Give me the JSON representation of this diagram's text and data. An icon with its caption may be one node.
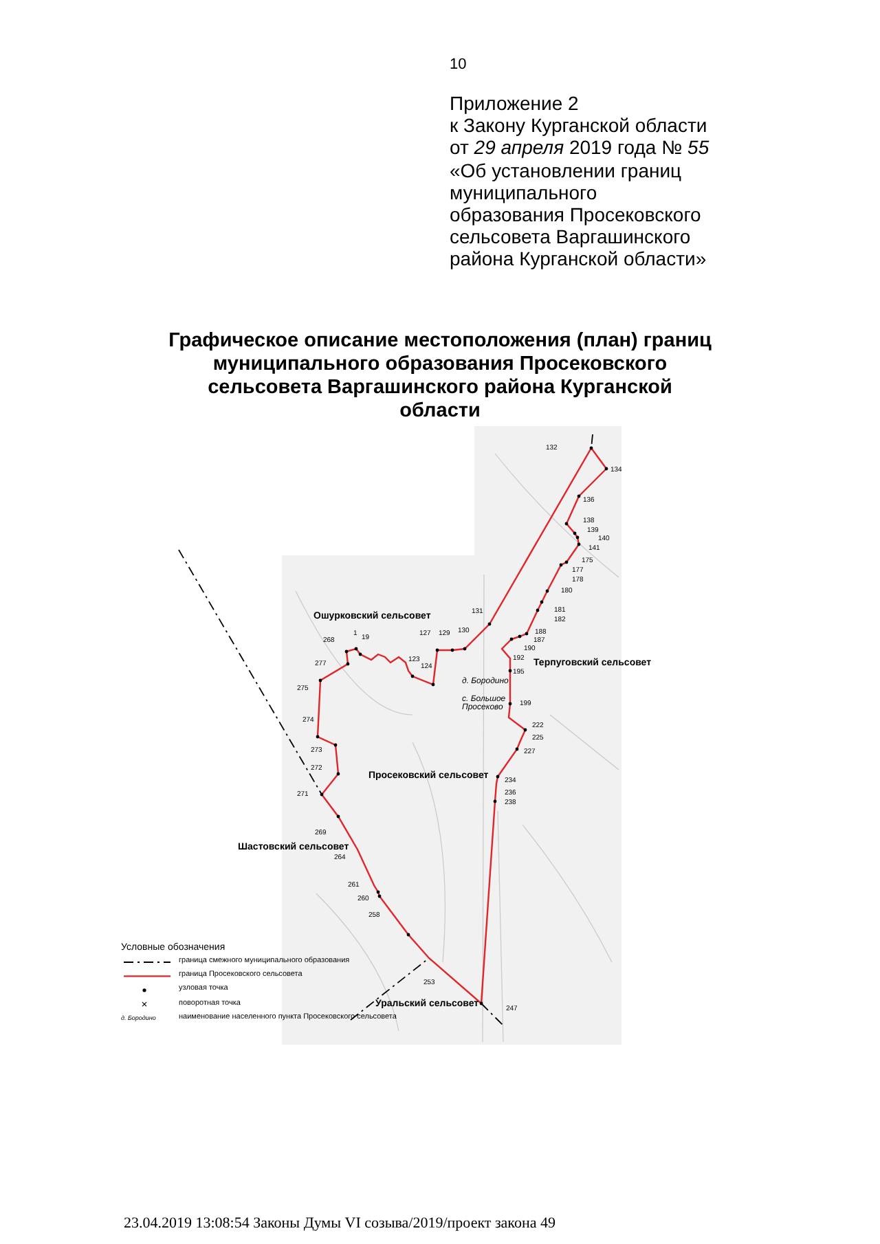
{
  "diagram": {
    "title": "Графическое описание местоположения (план) границ муниципального образования Просековского сельсовета Варгашинского района Курганской области",
    "labels": [
      "10",
      "Приложение 2",
      "к Закону Курганской области",
      "от *29 апреля* 2019 года № *55*",
      "«Об установлении границ муниципального образования Просековского сельсовета Варгашинского района Курганской области»",
      "132",
      "134",
      "136",
      "138",
      "139",
      "140",
      "141",
      "175",
      "177",
      "178",
      "180",
      "181",
      "182",
      "131",
      "127",
      "129",
      "130",
      "188",
      "Ошурковский сельсовет",
      "268",
      "1",
      "19",
      "187",
      "190",
      "192",
      "277",
      "123",
      "124",
      "195",
      "д. Бородино",
      "Терпуговский сельсовет",
      "275",
      "с. Большое Просеково",
      "199",
      "274",
      "222",
      "225",
      "227",
      "273",
      "272",
      "Просековский сельсовет",
      "234",
      "236",
      "238",
      "271",
      "269",
      "Шастовский сельсовет",
      "264",
      "261",
      "260",
      "258",
      "253",
      "Уральский сельсовет",
      "247",
      "Условные обозначения",
      "д. Бородино",
      "23.04.2019 13:08:54 Законы Думы VI созыва/2019/проект закона 49"
    ],
    "legend": [
      {
        "text": "граница смежного муниципального образования"
      },
      {
        "text": "граница Просековского сельсовета"
      },
      {
        "text": "узловая точка"
      },
      {
        "text": "поворотная точка"
      },
      {
        "text": "наименование населенного пункта Просековского сельсовета"
      }
    ]
  }
}
